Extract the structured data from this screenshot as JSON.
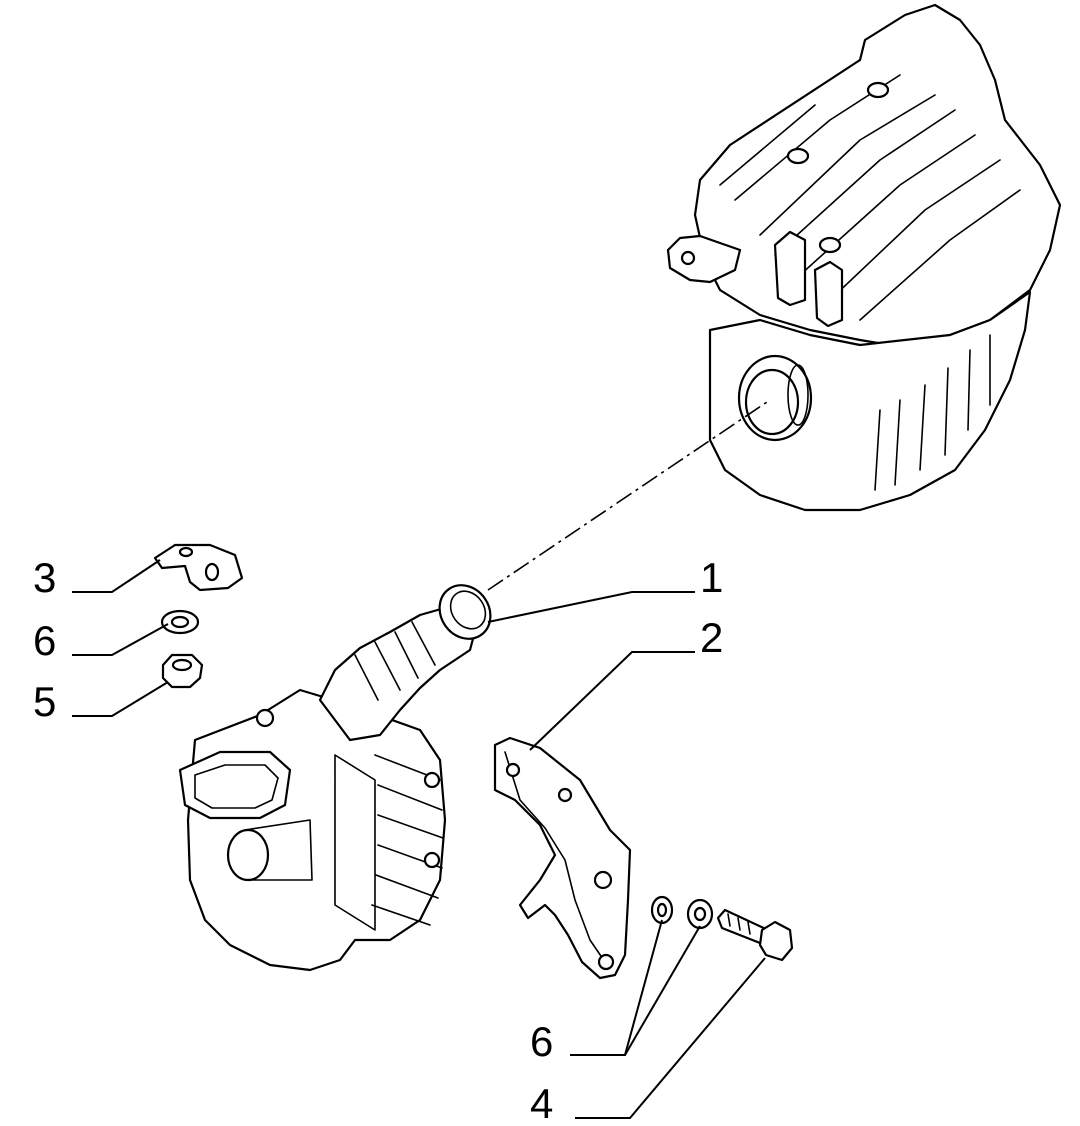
{
  "callouts": [
    {
      "id": "c3",
      "label": "3"
    },
    {
      "id": "c6a",
      "label": "6"
    },
    {
      "id": "c5",
      "label": "5"
    },
    {
      "id": "c1",
      "label": "1"
    },
    {
      "id": "c2",
      "label": "2"
    },
    {
      "id": "c6b",
      "label": "6"
    },
    {
      "id": "c4",
      "label": "4"
    }
  ],
  "icons": {
    "air_box": "air-filter-housing-icon",
    "resonator": "intake-resonator-icon",
    "bracket": "mounting-bracket-icon",
    "clip": "bracket-clip-icon",
    "washer": "washer-icon",
    "nut": "hex-nut-icon",
    "bolt": "hex-bolt-icon"
  },
  "colors": {
    "ink": "#000000",
    "paper": "#ffffff"
  }
}
